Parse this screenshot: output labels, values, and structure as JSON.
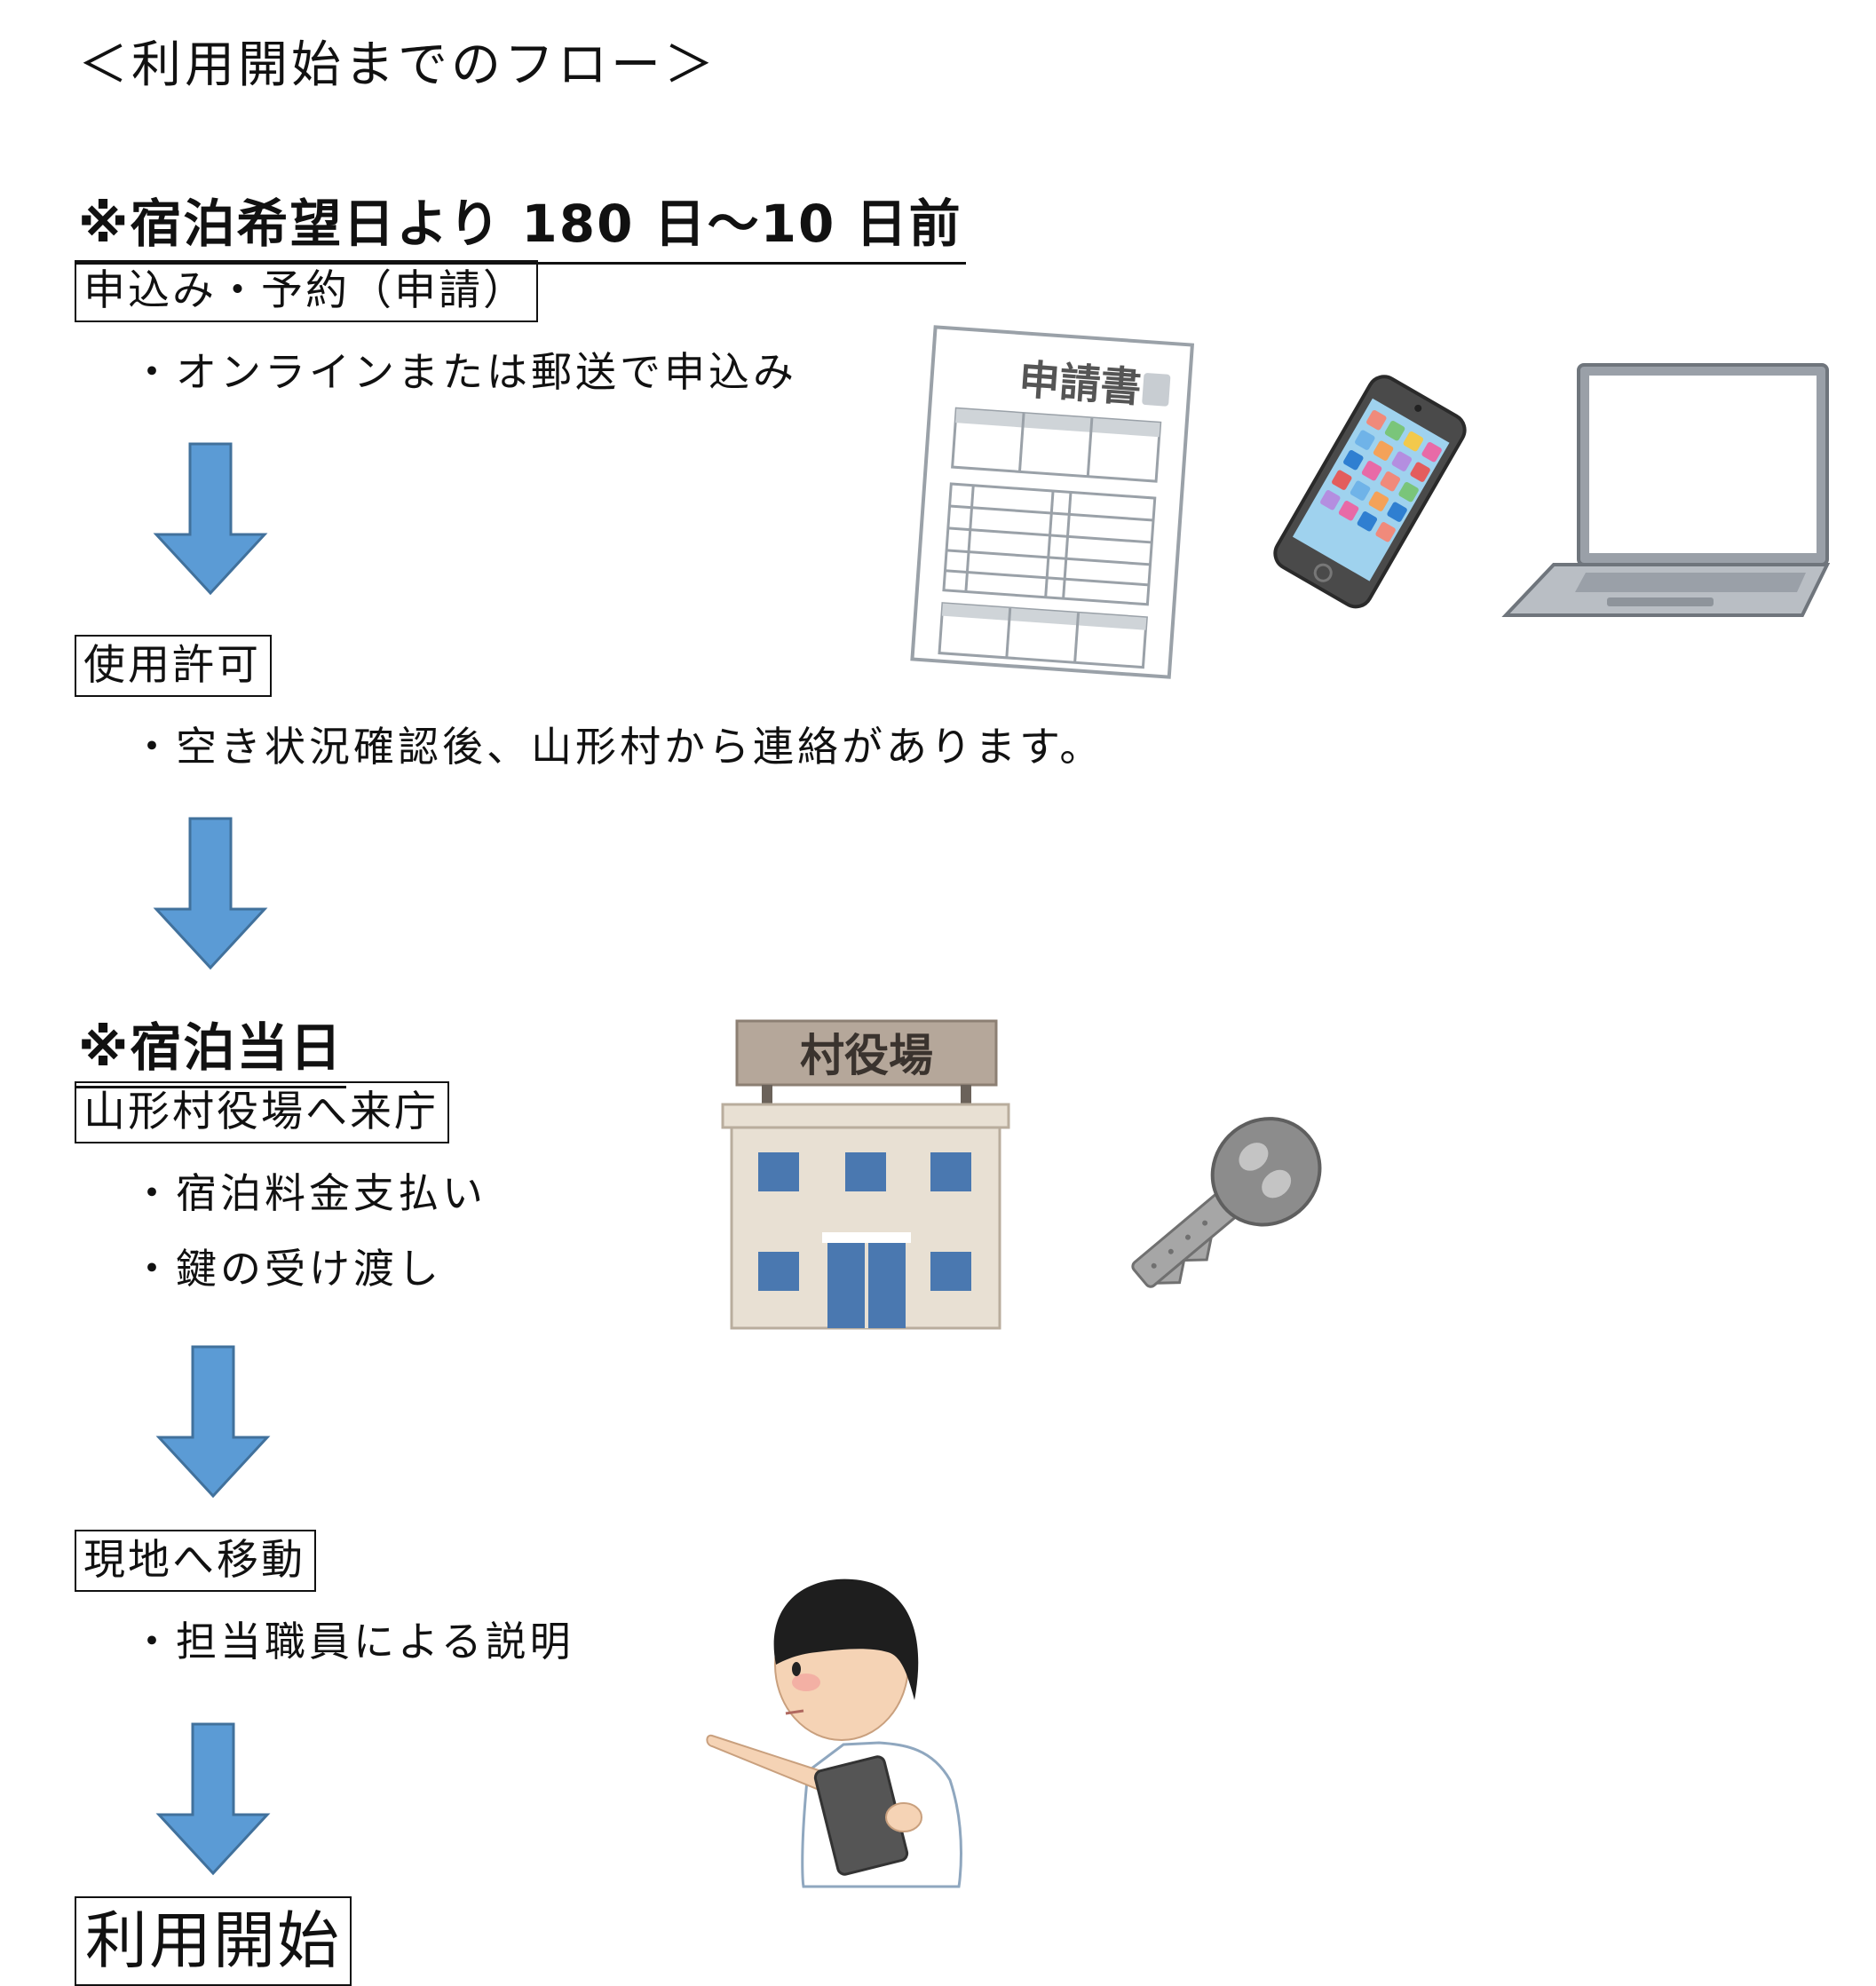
{
  "title": "＜利用開始までのフロー＞",
  "sections": {
    "advance": "※宿泊希望日より 180 日～10 日前",
    "same_day": "※宿泊当日"
  },
  "steps": [
    {
      "label": "申込み・予約（申請）",
      "bullets": [
        "・オンラインまたは郵送で申込み"
      ]
    },
    {
      "label": "使用許可",
      "bullets": [
        "・空き状況確認後、山形村から連絡があります。"
      ]
    },
    {
      "label": "山形村役場へ来庁",
      "bullets": [
        "・宿泊料金支払い",
        "・鍵の受け渡し"
      ]
    },
    {
      "label": "現地へ移動",
      "bullets": [
        "・担当職員による説明"
      ]
    }
  ],
  "final_step": "利用開始",
  "illustrations": {
    "application_form_heading": "申請書",
    "town_hall_sign": "村役場"
  },
  "colors": {
    "arrow": "#5b9bd5",
    "arrow_border": "#41719c"
  },
  "icons": [
    "application-form-icon",
    "smartphone-icon",
    "laptop-icon",
    "town-hall-icon",
    "key-icon",
    "staff-person-icon",
    "down-arrow-icon"
  ]
}
